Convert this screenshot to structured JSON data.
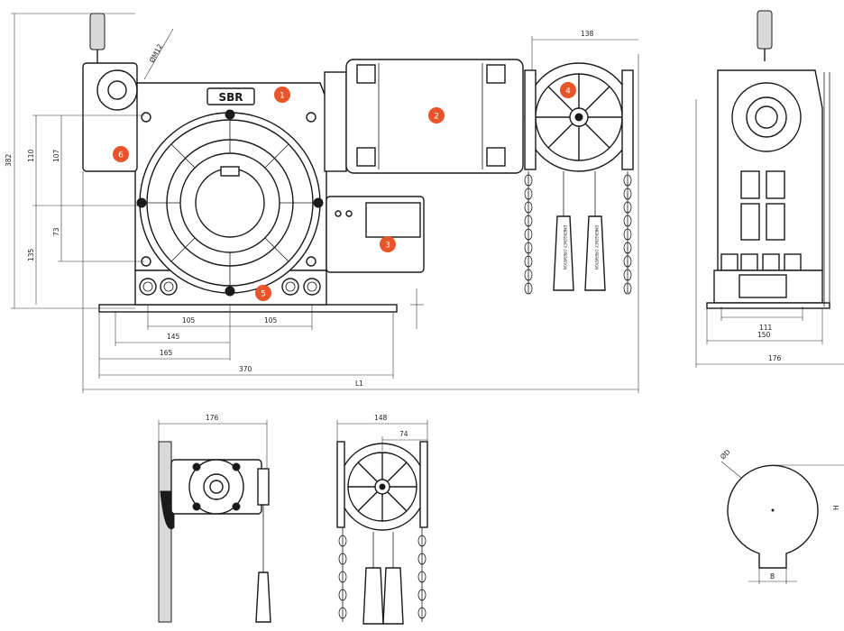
{
  "brand": "SBR",
  "markers": [
    "1",
    "2",
    "3",
    "4",
    "5",
    "6"
  ],
  "marker_color": "#e8552b",
  "handle_label": "ØM12",
  "chain_box_label": "EMERGENCY OPERATION",
  "front_view": {
    "height_total": "382",
    "height_upper": "110",
    "height_mid_upper": "107",
    "height_mid_lower": "73",
    "height_lower": "135",
    "hole_left": "105",
    "hole_right": "105",
    "width_145": "145",
    "width_165": "165",
    "width_370": "370",
    "overall_length": "L1",
    "wheel_width": "138"
  },
  "side_view": {
    "base_111": "111",
    "base_150": "150",
    "overall_176": "176"
  },
  "top_view": {
    "width": "176"
  },
  "wheel_view": {
    "width_148": "148",
    "half_74": "74"
  },
  "shaft_detail": {
    "diameter_label": "ØD",
    "key_width_label": "B",
    "height_label": "H"
  }
}
